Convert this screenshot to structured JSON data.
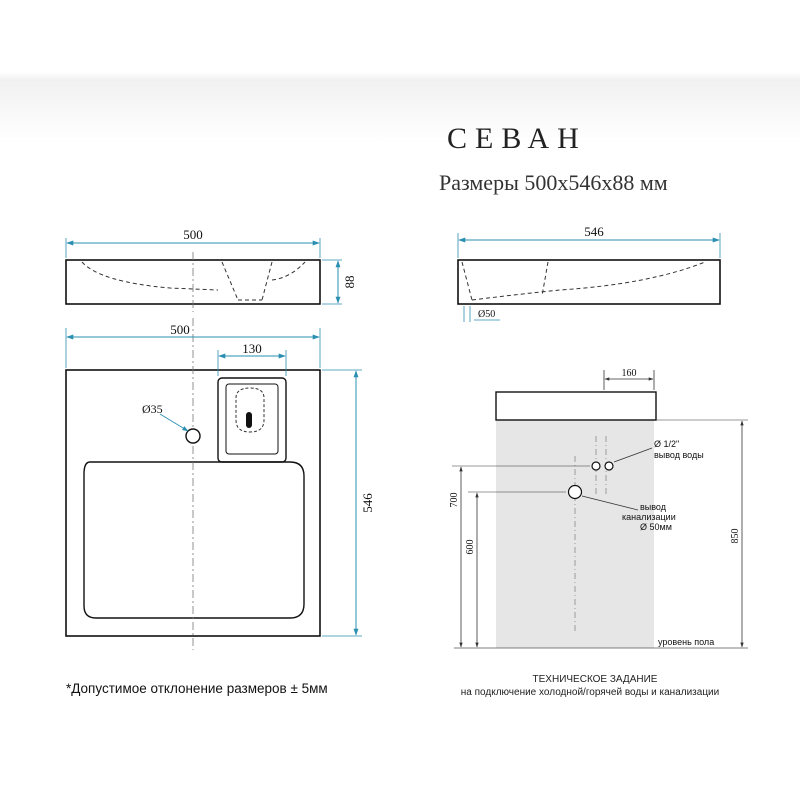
{
  "header": {
    "title": "СЕВАН",
    "subtitle": "Размеры 500х546х88 мм"
  },
  "side_view": {
    "width_label": "500",
    "height_label": "88"
  },
  "end_view": {
    "depth_label": "546",
    "drain_label": "Ø50"
  },
  "top_view": {
    "width_label": "500",
    "faucet_offset_label": "130",
    "hole_label": "Ø35",
    "depth_label": "546"
  },
  "tech_spec": {
    "offset_label": "160",
    "water_label_line1": "Ø 1/2\"",
    "water_label_line2": "вывод воды",
    "drain_label_line1": "вывод",
    "drain_label_line2": "канализации",
    "drain_label_line3": "Ø 50мм",
    "height_700": "700",
    "height_600": "600",
    "height_850": "850",
    "floor_label": "уровень пола",
    "title": "ТЕХНИЧЕСКОЕ ЗАДАНИЕ",
    "subtitle": "на подключение холодной/горячей воды и канализации"
  },
  "footer": {
    "tolerance_note": "*Допустимое отклонение размеров ± 5мм"
  },
  "colors": {
    "dimension_line": "#2a8fb0",
    "outline": "#111111",
    "wall_fill": "#e6e6e6"
  }
}
